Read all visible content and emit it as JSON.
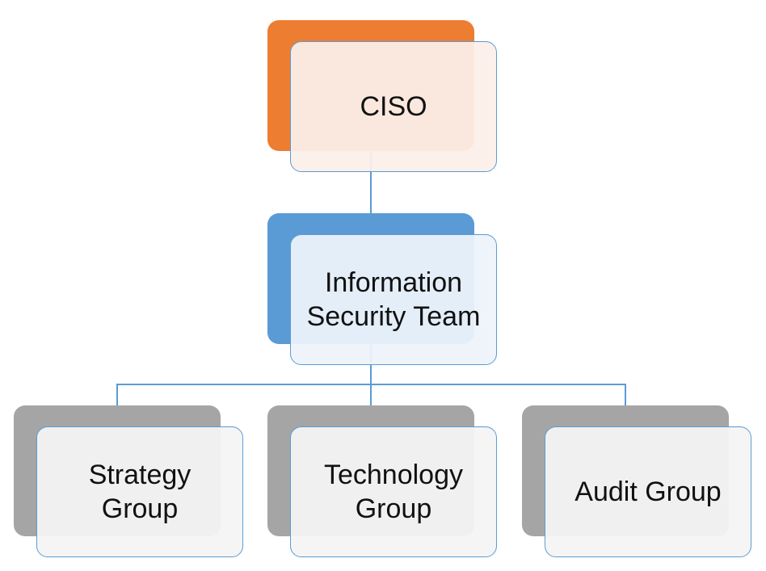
{
  "diagram": {
    "nodes": {
      "ciso": {
        "label": "CISO"
      },
      "team": {
        "label_line1": "Information",
        "label_line2": "Security Team"
      },
      "strategy": {
        "label_line1": "Strategy",
        "label_line2": "Group"
      },
      "technology": {
        "label_line1": "Technology",
        "label_line2": "Group"
      },
      "audit": {
        "label": "Audit Group"
      }
    },
    "colors": {
      "level1_accent": "#ed7d31",
      "level2_accent": "#5b9bd5",
      "level3_accent": "#a5a5a5",
      "border": "#5b9bd5"
    }
  }
}
